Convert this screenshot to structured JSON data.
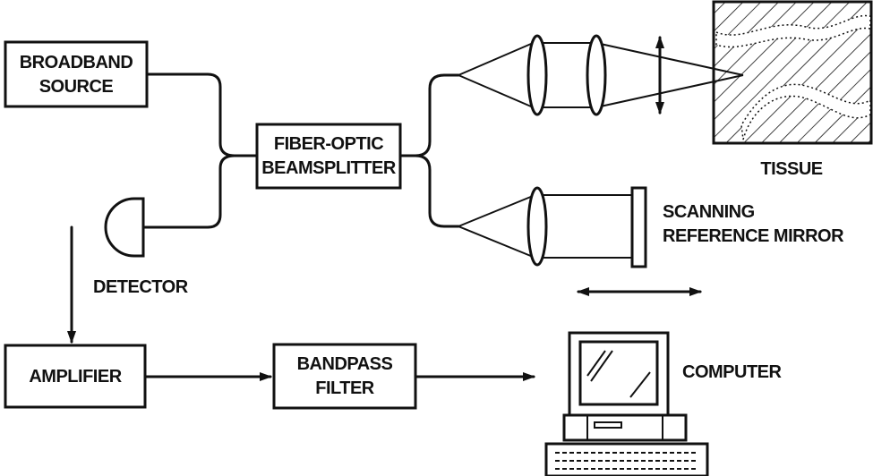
{
  "labels": {
    "broadband_source_1": "BROADBAND",
    "broadband_source_2": "SOURCE",
    "beamsplitter_1": "FIBER-OPTIC",
    "beamsplitter_2": "BEAMSPLITTER",
    "detector": "DETECTOR",
    "amplifier": "AMPLIFIER",
    "bandpass_1": "BANDPASS",
    "bandpass_2": "FILTER",
    "tissue": "TISSUE",
    "mirror_1": "SCANNING",
    "mirror_2": "REFERENCE MIRROR",
    "computer": "COMPUTER"
  }
}
